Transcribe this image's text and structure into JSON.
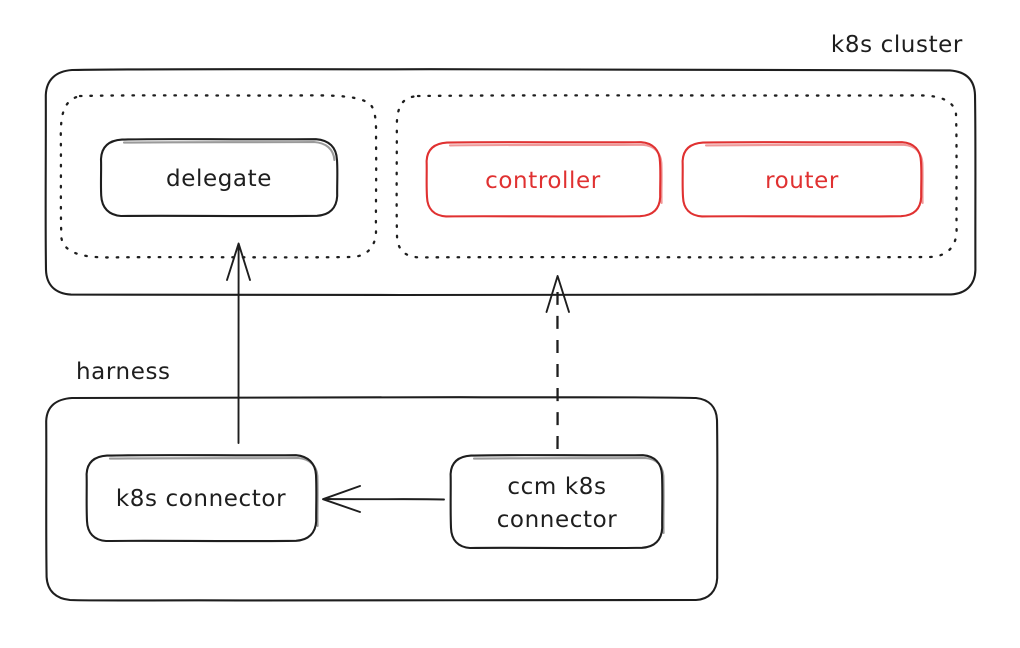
{
  "diagram": {
    "type": "architecture-diagram",
    "style": "hand-drawn",
    "colors": {
      "stroke_dark": "#1e1e1e",
      "accent_red": "#e03131",
      "background": "#ffffff"
    },
    "containers": [
      {
        "id": "k8s-cluster",
        "label": "k8s cluster",
        "label_position": "top-right-outside",
        "border": "solid",
        "color": "#1e1e1e"
      },
      {
        "id": "harness",
        "label": "harness",
        "label_position": "top-left-outside",
        "border": "solid",
        "color": "#1e1e1e"
      }
    ],
    "groups": [
      {
        "id": "delegate-group",
        "label": "",
        "border": "dotted",
        "parent": "k8s-cluster"
      },
      {
        "id": "controller-group",
        "label": "",
        "border": "dotted",
        "parent": "k8s-cluster"
      }
    ],
    "nodes": [
      {
        "id": "delegate",
        "label": "delegate",
        "color": "#1e1e1e",
        "parent": "delegate-group"
      },
      {
        "id": "controller",
        "label": "controller",
        "color": "#e03131",
        "parent": "controller-group"
      },
      {
        "id": "router",
        "label": "router",
        "color": "#e03131",
        "parent": "controller-group"
      },
      {
        "id": "k8s-connector",
        "label": "k8s connector",
        "color": "#1e1e1e",
        "parent": "harness"
      },
      {
        "id": "ccm-k8s-connector",
        "label_line1": "ccm k8s",
        "label_line2": "connector",
        "color": "#1e1e1e",
        "parent": "harness"
      }
    ],
    "edges": [
      {
        "id": "edge-k8sconnector-delegate",
        "from": "k8s-connector",
        "to": "delegate",
        "style": "solid",
        "arrow": "up"
      },
      {
        "id": "edge-ccm-controller",
        "from": "ccm-k8s-connector",
        "to": "controller-group",
        "style": "dashed",
        "arrow": "up"
      },
      {
        "id": "edge-ccm-k8sconnector",
        "from": "ccm-k8s-connector",
        "to": "k8s-connector",
        "style": "solid",
        "arrow": "left"
      }
    ]
  }
}
